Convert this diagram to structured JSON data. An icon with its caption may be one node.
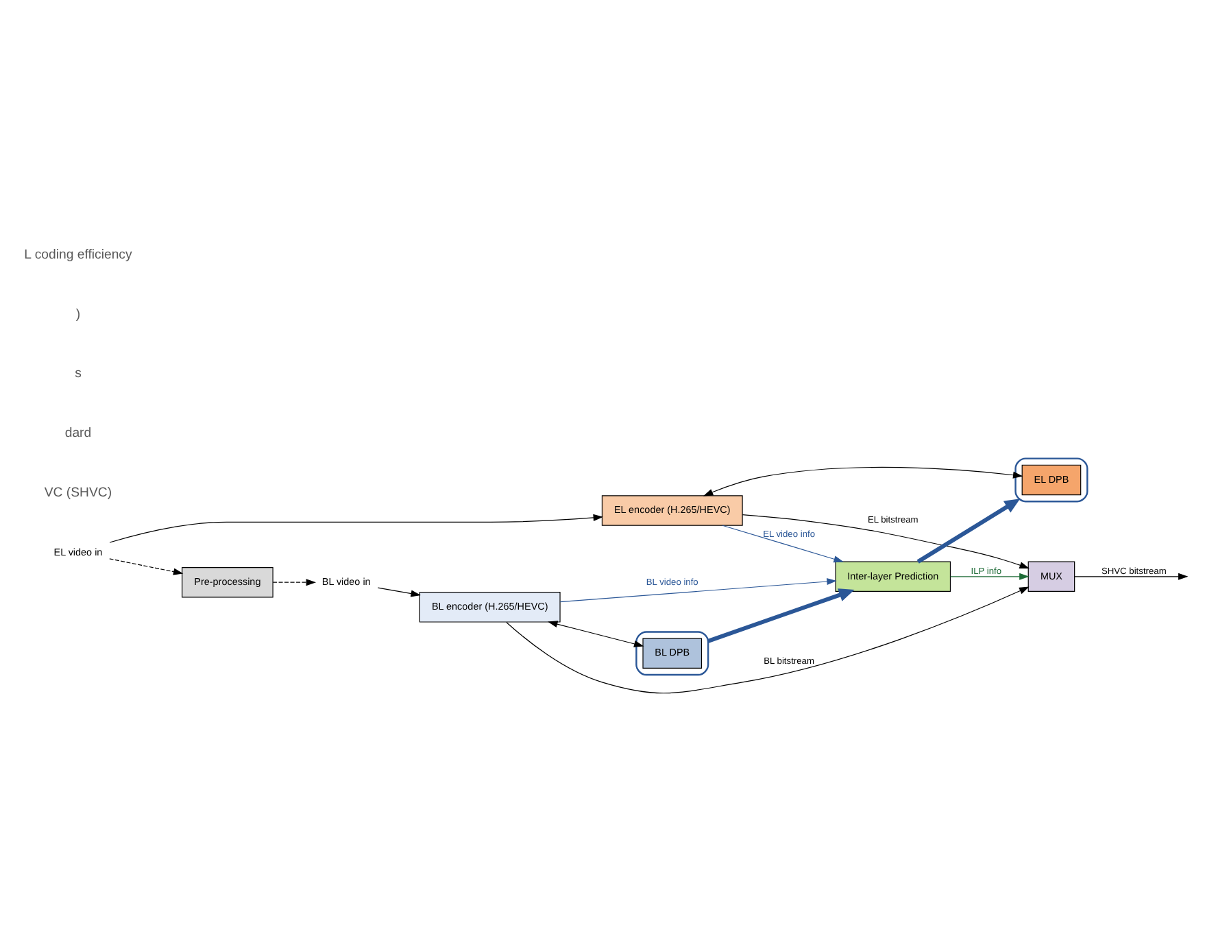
{
  "diagram": {
    "nodes": [
      {
        "text": [],
        "shape": "cylinder"
      },
      {
        "text": [
          "EL DPB"
        ],
        "in": 0
      },
      {
        "text": [
          "EL video in"
        ]
      },
      {
        "text": [
          "EL encoder (H.265/HEVC)"
        ]
      },
      {
        "text": [
          "Pre-processing"
        ]
      },
      {
        "text": [
          "Inter-layer Prediction"
        ]
      },
      {
        "text": [
          "MUX"
        ]
      },
      {
        "text": [
          "BL video in"
        ]
      },
      {
        "text": [
          "BL encoder (H.265/HEVC)"
        ]
      },
      {
        "text": [],
        "shape": "cylinder"
      },
      {
        "text": [
          "BL DPB"
        ],
        "in": 9
      }
    ],
    "edges": [
      {
        "from": 3,
        "to": 1,
        "arrow": "both"
      },
      {
        "from": 2,
        "to": 3,
        "arrow": "to"
      },
      {
        "from": 2,
        "to": 4,
        "arrow": "to",
        "style": "dashed"
      },
      {
        "from": 4,
        "to": 7,
        "arrow": "to",
        "style": "dashed"
      },
      {
        "from": 3,
        "to": 5,
        "arrow": "to",
        "label": "EL video info",
        "color": "#2b5797"
      },
      {
        "from": 3,
        "to": 6,
        "arrow": "to",
        "label": "EL bitstream"
      },
      {
        "from": 5,
        "to": 0,
        "arrow": "to",
        "style": "thick",
        "color": "#2b5797"
      },
      {
        "from": 5,
        "to": 6,
        "arrow": "to",
        "label": "ILP info",
        "color": "#1e6b37"
      },
      {
        "from": 6,
        "to": null,
        "arrow": "to",
        "label": "SHVC bitstream"
      },
      {
        "from": 7,
        "to": 8,
        "arrow": "to"
      },
      {
        "from": 8,
        "to": 5,
        "arrow": "to",
        "label": "BL video info",
        "color": "#2b5797"
      },
      {
        "from": 8,
        "to": 6,
        "arrow": "to",
        "label": "BL bitstream"
      },
      {
        "from": 9,
        "to": 5,
        "arrow": "to",
        "style": "thick",
        "color": "#2b5797"
      },
      {
        "from": 8,
        "to": 10,
        "arrow": "both"
      }
    ],
    "labels": [
      "VC (SHVC)",
      "dard",
      "s",
      ")",
      "L coding efficiency"
    ]
  }
}
